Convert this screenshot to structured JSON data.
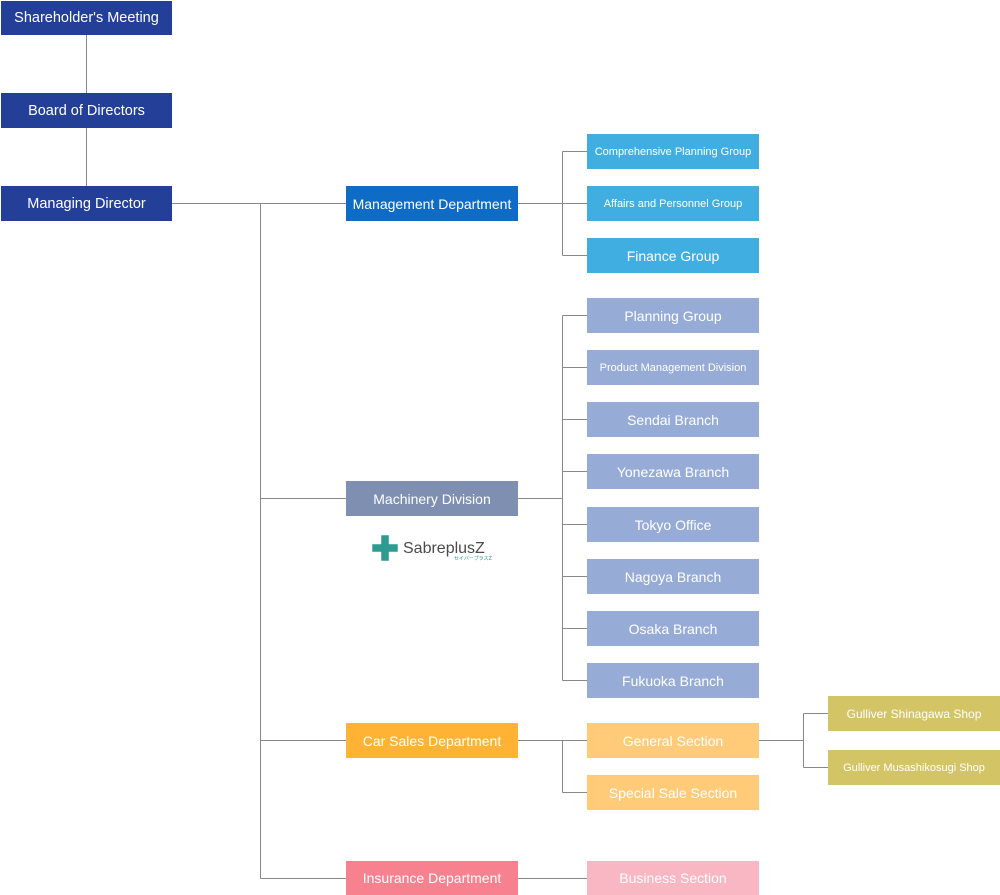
{
  "top": {
    "shareholders": "Shareholder's Meeting",
    "board": "Board of Directors",
    "managing": "Managing Director"
  },
  "departments": {
    "management": "Management Department",
    "machinery": "Machinery Division",
    "car_sales": "Car Sales Department",
    "insurance": "Insurance Department"
  },
  "management_groups": [
    "Comprehensive Planning Group",
    "Affairs and Personnel Group",
    "Finance Group"
  ],
  "machinery_units": [
    "Planning Group",
    "Product Management Division",
    "Sendai Branch",
    "Yonezawa Branch",
    "Tokyo Office",
    "Nagoya Branch",
    "Osaka Branch",
    "Fukuoka Branch"
  ],
  "car_sales_sections": [
    "General Section",
    "Special Sale Section"
  ],
  "general_section_shops": [
    "Gulliver Shinagawa Shop",
    "Gulliver Musashikosugi Shop"
  ],
  "insurance_sections": [
    "Business Section"
  ],
  "logo": {
    "name": "SabreplusZ",
    "sub": "セイバープラスZ",
    "icon": "plus-cross-icon",
    "color": "#2d9b8f"
  },
  "colors": {
    "line": "#888888",
    "top_level": "#233f97",
    "management": "#0f6cc6",
    "management_groups": "#41aee2",
    "machinery": "#7e8fb1",
    "machinery_units": "#96abd6",
    "car_sales": "#ffb234",
    "car_sales_sections": "#ffcb79",
    "shops": "#d3c465",
    "insurance": "#f7818f",
    "insurance_sections": "#f9b6c3"
  }
}
